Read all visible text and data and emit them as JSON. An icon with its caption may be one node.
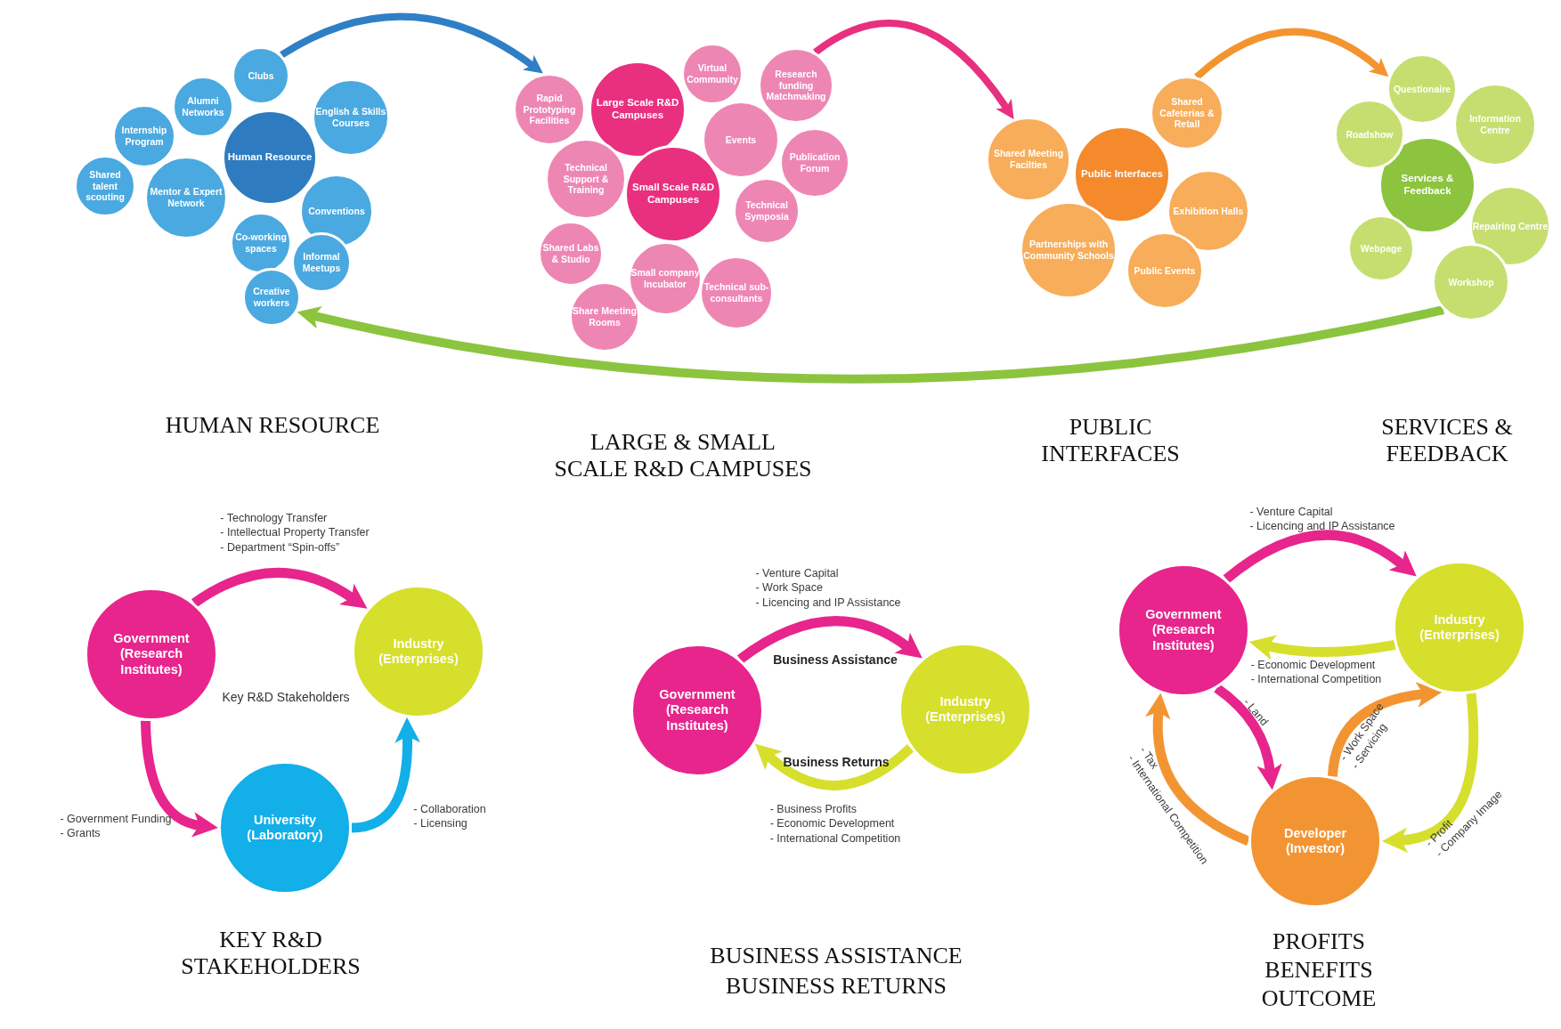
{
  "diagram": {
    "nodes": [
      {
        "text": [
          "Human Resource"
        ]
      },
      {
        "text": [
          "Clubs"
        ]
      },
      {
        "text": [
          "Alumni Networks"
        ]
      },
      {
        "text": [
          "English & Skills Courses"
        ]
      },
      {
        "text": [
          "Internship Program"
        ]
      },
      {
        "text": [
          "Shared talent scouting"
        ]
      },
      {
        "text": [
          "Mentor & Expert Network"
        ]
      },
      {
        "text": [
          "Conventions"
        ]
      },
      {
        "text": [
          "Co-working spaces"
        ]
      },
      {
        "text": [
          "Informal Meetups"
        ]
      },
      {
        "text": [
          "Creative workers"
        ]
      },
      {
        "text": [
          "Large Scale R&D Campuses"
        ]
      },
      {
        "text": [
          "Rapid Prototyping Facilities"
        ]
      },
      {
        "text": [
          "Virtual Community"
        ]
      },
      {
        "text": [
          "Research funding Matchmaking"
        ]
      },
      {
        "text": [
          "Events"
        ]
      },
      {
        "text": [
          "Publication Forum"
        ]
      },
      {
        "text": [
          "Technical Support & Training"
        ]
      },
      {
        "text": [
          "Small Scale R&D Campuses"
        ]
      },
      {
        "text": [
          "Technical Symposia"
        ]
      },
      {
        "text": [
          "Shared Labs & Studio"
        ]
      },
      {
        "text": [
          "Small company Incubator"
        ]
      },
      {
        "text": [
          "Technical sub-consultants"
        ]
      },
      {
        "text": [
          "Share Meeting Rooms"
        ]
      },
      {
        "text": [
          "Public Interfaces"
        ]
      },
      {
        "text": [
          "Shared Meeting Facilties"
        ]
      },
      {
        "text": [
          "Shared Cafeterias & Retail"
        ]
      },
      {
        "text": [
          "Exhibition Halls"
        ]
      },
      {
        "text": [
          "Partnerships with Community Schools"
        ]
      },
      {
        "text": [
          "Public Events"
        ]
      },
      {
        "text": [
          "Services & Feedback"
        ]
      },
      {
        "text": [
          "Questionaire"
        ]
      },
      {
        "text": [
          "Roadshow"
        ]
      },
      {
        "text": [
          "Information Centre"
        ]
      },
      {
        "text": [
          "Repairing Centre"
        ]
      },
      {
        "text": [
          "Webpage"
        ]
      },
      {
        "text": [
          "Workshop"
        ]
      },
      {
        "text": [
          "Government (Research Institutes)"
        ]
      },
      {
        "text": [
          "Industry (Enterprises)"
        ]
      },
      {
        "text": [
          "University (Laboratory)"
        ]
      },
      {
        "text": [
          "Government (Research Institutes)"
        ]
      },
      {
        "text": [
          "Industry (Enterprises)"
        ]
      },
      {
        "text": [
          "Government (Research Institutes)"
        ]
      },
      {
        "text": [
          "Industry (Enterprises)"
        ]
      },
      {
        "text": [
          "Developer (Investor)"
        ]
      }
    ],
    "edges": [
      {
        "from": 1,
        "to": 12,
        "arrow": "to",
        "color": "#2f7fc6"
      },
      {
        "from": 14,
        "to": 25,
        "arrow": "to",
        "color": "#e8307f"
      },
      {
        "from": 26,
        "to": 31,
        "arrow": "to",
        "color": "#f4942f"
      },
      {
        "from": 36,
        "to": 10,
        "arrow": "to",
        "color": "#8cc43f"
      },
      {
        "from": 37,
        "to": 38,
        "arrow": "to",
        "label": "- Technology Transfer - Intellectual Property Transfer - Department “Spin-offs”",
        "color": "#e7258c"
      },
      {
        "from": 37,
        "to": 39,
        "arrow": "to",
        "label": "- Government Funding - Grants",
        "color": "#e7258c"
      },
      {
        "from": 39,
        "to": 38,
        "arrow": "to",
        "label": "- Collaboration - Licensing",
        "color": "#12afe9"
      },
      {
        "from": 40,
        "to": 41,
        "arrow": "to",
        "label": "Business Assistance",
        "color": "#e7258c"
      },
      {
        "from": 41,
        "to": 40,
        "arrow": "to",
        "label": "Business Returns",
        "color": "#d6df2c"
      },
      {
        "from": 42,
        "to": 43,
        "arrow": "to",
        "label": "- Venture Capital - Licencing and IP Assistance",
        "color": "#e7258c"
      },
      {
        "from": 43,
        "to": 42,
        "arrow": "to",
        "label": "- Economic Development - International Competition",
        "color": "#d6df2c"
      },
      {
        "from": 42,
        "to": 44,
        "arrow": "to",
        "label": "- Land",
        "color": "#e7258c"
      },
      {
        "from": 44,
        "to": 42,
        "arrow": "to",
        "label": "- Tax - International Competition",
        "color": "#f39433"
      },
      {
        "from": 44,
        "to": 43,
        "arrow": "to",
        "label": "- Work Space - Servicing",
        "color": "#f39433"
      },
      {
        "from": 43,
        "to": 44,
        "arrow": "to",
        "label": "- Profit - Company Image",
        "color": "#d6df2c"
      }
    ],
    "labels": [
      "HUMAN RESOURCE",
      "LARGE & SMALL SCALE R&D CAMPUSES",
      "PUBLIC INTERFACES",
      "SERVICES & FEEDBACK",
      "Key R&D Stakeholders",
      "- Venture Capital - Work Space - Licencing and IP Assistance",
      "- Business Profits - Economic Development - International Competition",
      "KEY R&D STAKEHOLDERS",
      "BUSINESS ASSISTANCE",
      "BUSINESS RETURNS",
      "PROFITS",
      "BENEFITS",
      "OUTCOME"
    ]
  }
}
